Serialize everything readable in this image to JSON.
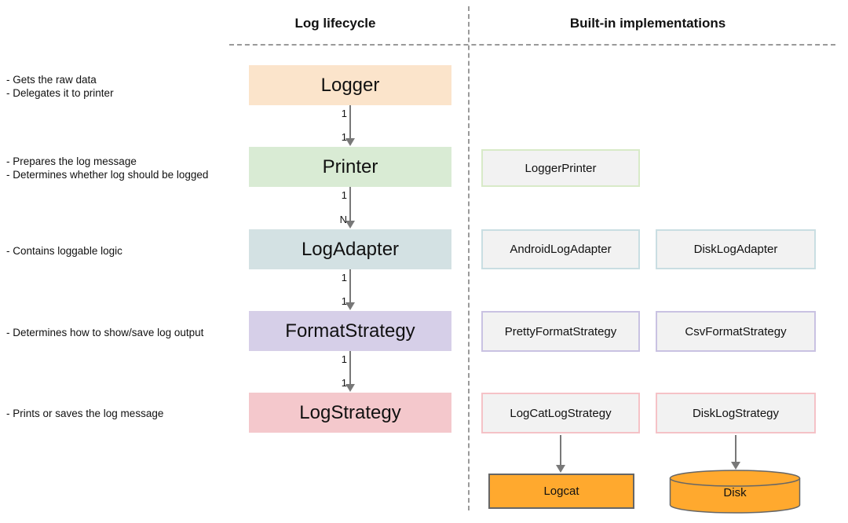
{
  "header": {
    "left_title": "Log lifecycle",
    "right_title": "Built-in implementations"
  },
  "lifecycle": {
    "stages": [
      {
        "label": "Logger",
        "fill": "#FBE4CB",
        "description_lines": [
          "- Gets the raw data",
          "- Delegates it to printer"
        ]
      },
      {
        "label": "Printer",
        "fill": "#D9EBD4",
        "description_lines": [
          "- Prepares the log message",
          "- Determines whether log should be logged"
        ]
      },
      {
        "label": "LogAdapter",
        "fill": "#D3E1E3",
        "description_lines": [
          "- Contains loggable logic"
        ]
      },
      {
        "label": "FormatStrategy",
        "fill": "#D6CFE8",
        "description_lines": [
          "- Determines how to show/save log output"
        ]
      },
      {
        "label": "LogStrategy",
        "fill": "#F4C8CC",
        "description_lines": [
          "- Prints or saves the log message"
        ]
      }
    ],
    "connections": [
      {
        "source_multiplicity": "1",
        "target_multiplicity": "1"
      },
      {
        "source_multiplicity": "1",
        "target_multiplicity": "N"
      },
      {
        "source_multiplicity": "1",
        "target_multiplicity": "1"
      },
      {
        "source_multiplicity": "1",
        "target_multiplicity": "1"
      }
    ]
  },
  "implementations": {
    "printer": [
      {
        "label": "LoggerPrinter",
        "border": "#D8EAC8"
      }
    ],
    "log_adapter": [
      {
        "label": "AndroidLogAdapter",
        "border": "#C9DEE2"
      },
      {
        "label": "DiskLogAdapter",
        "border": "#C9DEE2"
      }
    ],
    "format_strategy": [
      {
        "label": "PrettyFormatStrategy",
        "border": "#C9C2E2"
      },
      {
        "label": "CsvFormatStrategy",
        "border": "#C9C2E2"
      }
    ],
    "log_strategy": [
      {
        "label": "LogCatLogStrategy",
        "border": "#F5C2C7"
      },
      {
        "label": "DiskLogStrategy",
        "border": "#F5C2C7"
      }
    ]
  },
  "outputs": [
    {
      "label": "Logcat",
      "shape": "rectangle",
      "fill": "#FFA92E",
      "border": "#666666"
    },
    {
      "label": "Disk",
      "shape": "cylinder",
      "fill": "#FFA92E",
      "border": "#666666"
    }
  ],
  "colors": {
    "divider": "#9A9A9A",
    "arrow": "#787878",
    "implementation_fill": "#F2F2F2",
    "output_fill": "#FFA92E",
    "output_border": "#666666"
  }
}
